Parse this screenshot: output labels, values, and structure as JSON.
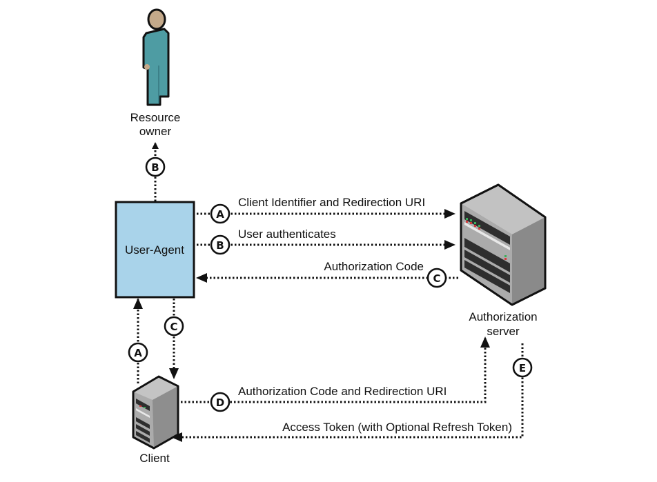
{
  "actors": {
    "resource_owner": "Resource\nowner",
    "resource_owner_lines": [
      "Resource",
      "owner"
    ],
    "user_agent": "User-Agent",
    "authorization_server_lines": [
      "Authorization",
      "server"
    ],
    "client": "Client"
  },
  "flows": [
    {
      "step": "A",
      "label": "Client Identifier and Redirection URI"
    },
    {
      "step": "B",
      "label": "User authenticates"
    },
    {
      "step": "C",
      "label": "Authorization Code"
    },
    {
      "step": "D",
      "label": "Authorization Code and Redirection URI"
    },
    {
      "step": "E",
      "label": "Access Token (with Optional Refresh Token)"
    }
  ],
  "step_markers": {
    "ua_to_owner": "B",
    "client_to_ua": "A",
    "ua_to_client": "C"
  },
  "colors": {
    "user_agent_fill": "#a9d3ea",
    "person_body": "#4e9ca3",
    "person_skin": "#c4a98a",
    "server_gray": "#a6a6a6"
  }
}
